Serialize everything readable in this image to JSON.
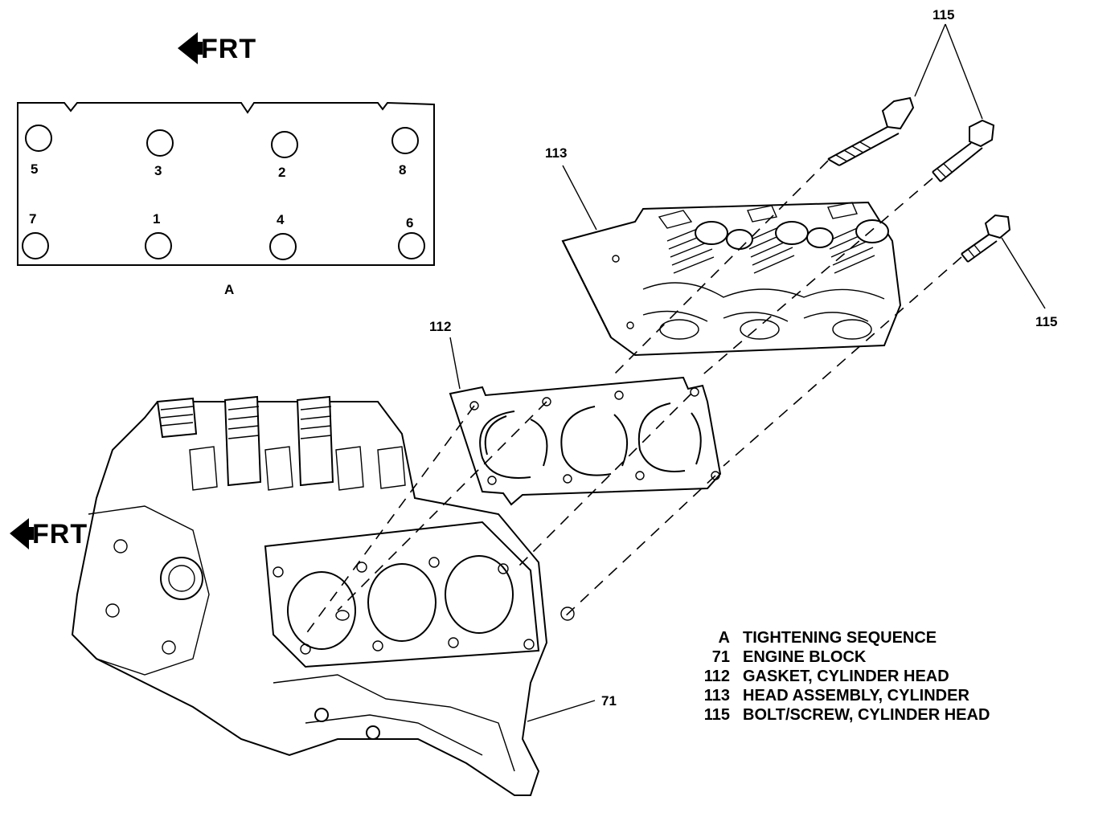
{
  "front_indicator": {
    "label": "FRT"
  },
  "sequence_plate": {
    "label": "A",
    "top_numbers": [
      "5",
      "3",
      "2",
      "8"
    ],
    "bottom_numbers": [
      "7",
      "1",
      "4",
      "6"
    ]
  },
  "callouts": {
    "bolt_top": "115",
    "bolt_right": "115",
    "head": "113",
    "gasket": "112",
    "block": "71"
  },
  "legend": [
    {
      "key": "A",
      "text": "TIGHTENING SEQUENCE"
    },
    {
      "key": "71",
      "text": "ENGINE BLOCK"
    },
    {
      "key": "112",
      "text": "GASKET, CYLINDER HEAD"
    },
    {
      "key": "113",
      "text": "HEAD ASSEMBLY, CYLINDER"
    },
    {
      "key": "115",
      "text": "BOLT/SCREW, CYLINDER HEAD"
    }
  ]
}
